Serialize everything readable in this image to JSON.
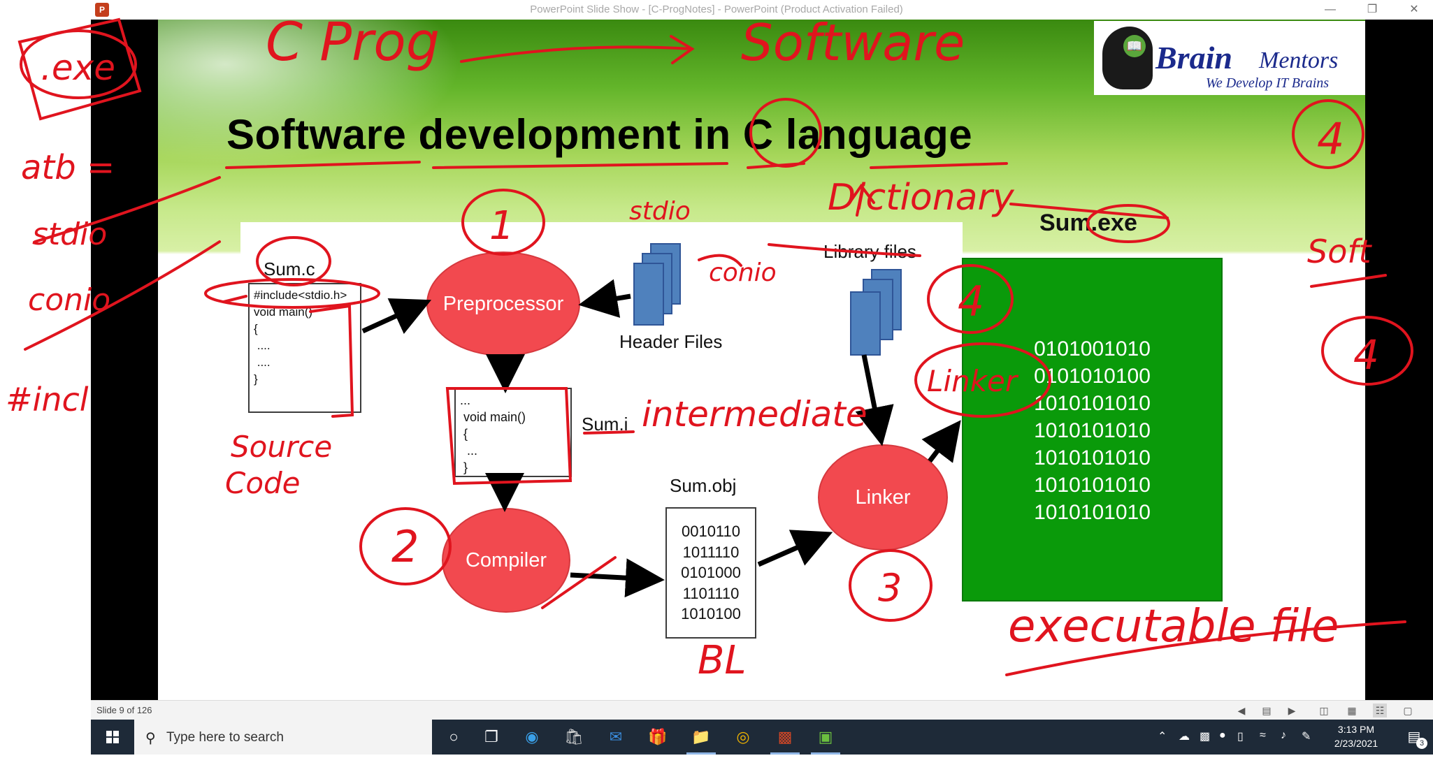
{
  "window": {
    "title": "PowerPoint Slide Show - [C-ProgNotes] - PowerPoint (Product Activation Failed)",
    "app_icon": "powerpoint-icon"
  },
  "slide": {
    "title": "Software development in C language",
    "logo": {
      "brand_word1": "Brain",
      "brand_word2": "Mentors",
      "tagline": "We Develop IT Brains"
    },
    "diagram": {
      "source_file": "Sum.c",
      "source_code": "#include<stdio.h>\nvoid main()\n{\n ....\n ....\n}",
      "preprocessor": "Preprocessor",
      "header_files": "Header Files",
      "intermediate_code": "...\n void main()\n {\n  ...\n }",
      "intermediate_file": "Sum.i",
      "compiler": "Compiler",
      "object_file": "Sum.obj",
      "object_bits": "0010110\n1011110\n0101000\n1101110\n1010100",
      "library_files": "Library files",
      "linker": "Linker",
      "exe_file": "Sum.exe",
      "exe_bits": "0101001010\n0101010100\n1010101010\n1010101010\n1010101010\n1010101010\n1010101010"
    },
    "annotations": {
      "ink_color": "#e0141e",
      "texts": [
        "C Prog",
        "Software",
        ".exe",
        "atb =",
        "stdio",
        "conio",
        "#incl",
        "Source Code",
        "stdio",
        "conio",
        "Dictionary",
        "intermediate",
        "Linker",
        "executable file",
        "BL",
        "Soft",
        "1",
        "2",
        "3",
        "4",
        "4",
        "4"
      ]
    }
  },
  "status_bar": {
    "slide_counter": "Slide 9 of 126"
  },
  "taskbar": {
    "search_placeholder": "Type here to search",
    "time": "3:13 PM",
    "date": "2/23/2021",
    "notification_count": "3"
  }
}
